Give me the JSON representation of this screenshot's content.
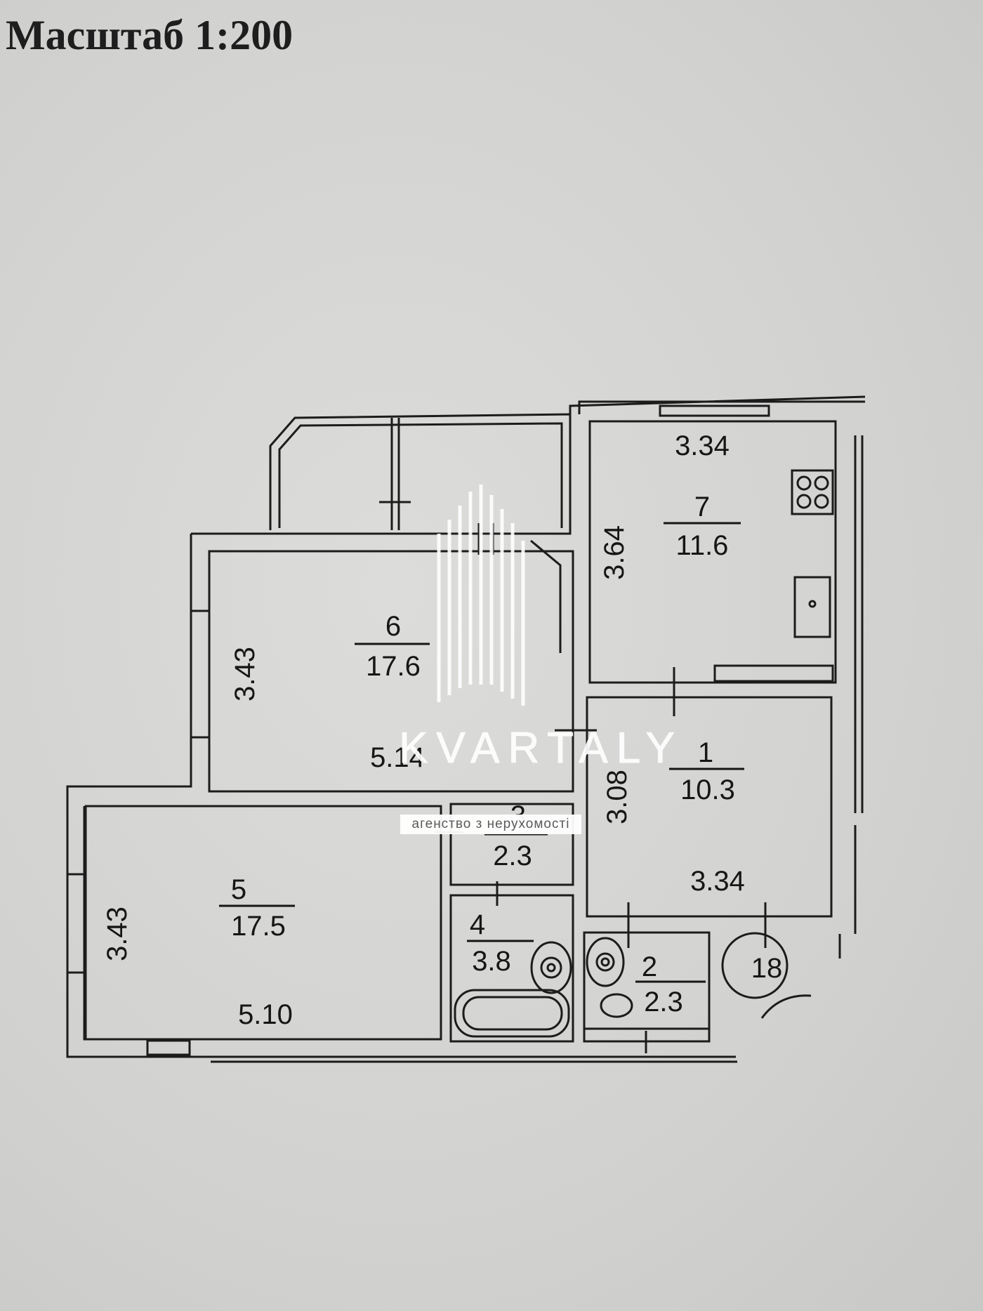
{
  "header": {
    "scale": "Масштаб 1:200"
  },
  "rooms": [
    {
      "id": "7",
      "area": "11.6"
    },
    {
      "id": "6",
      "area": "17.6"
    },
    {
      "id": "1",
      "area": "10.3"
    },
    {
      "id": "5",
      "area": "17.5"
    },
    {
      "id": "3",
      "area": "2.3"
    },
    {
      "id": "4",
      "area": "3.8"
    },
    {
      "id": "2",
      "area": "2.3"
    }
  ],
  "dimensions": {
    "kitchen_width": "3.34",
    "kitchen_depth": "3.64",
    "room6_depth": "3.43",
    "room6_width": "5.14",
    "hall_depth": "3.08",
    "hall_width": "3.34",
    "room5_depth": "3.43",
    "room5_width": "5.10"
  },
  "shaft_label": "18",
  "watermark": {
    "brand": "KVARTALY",
    "tagline": "агенство з нерухомості"
  }
}
